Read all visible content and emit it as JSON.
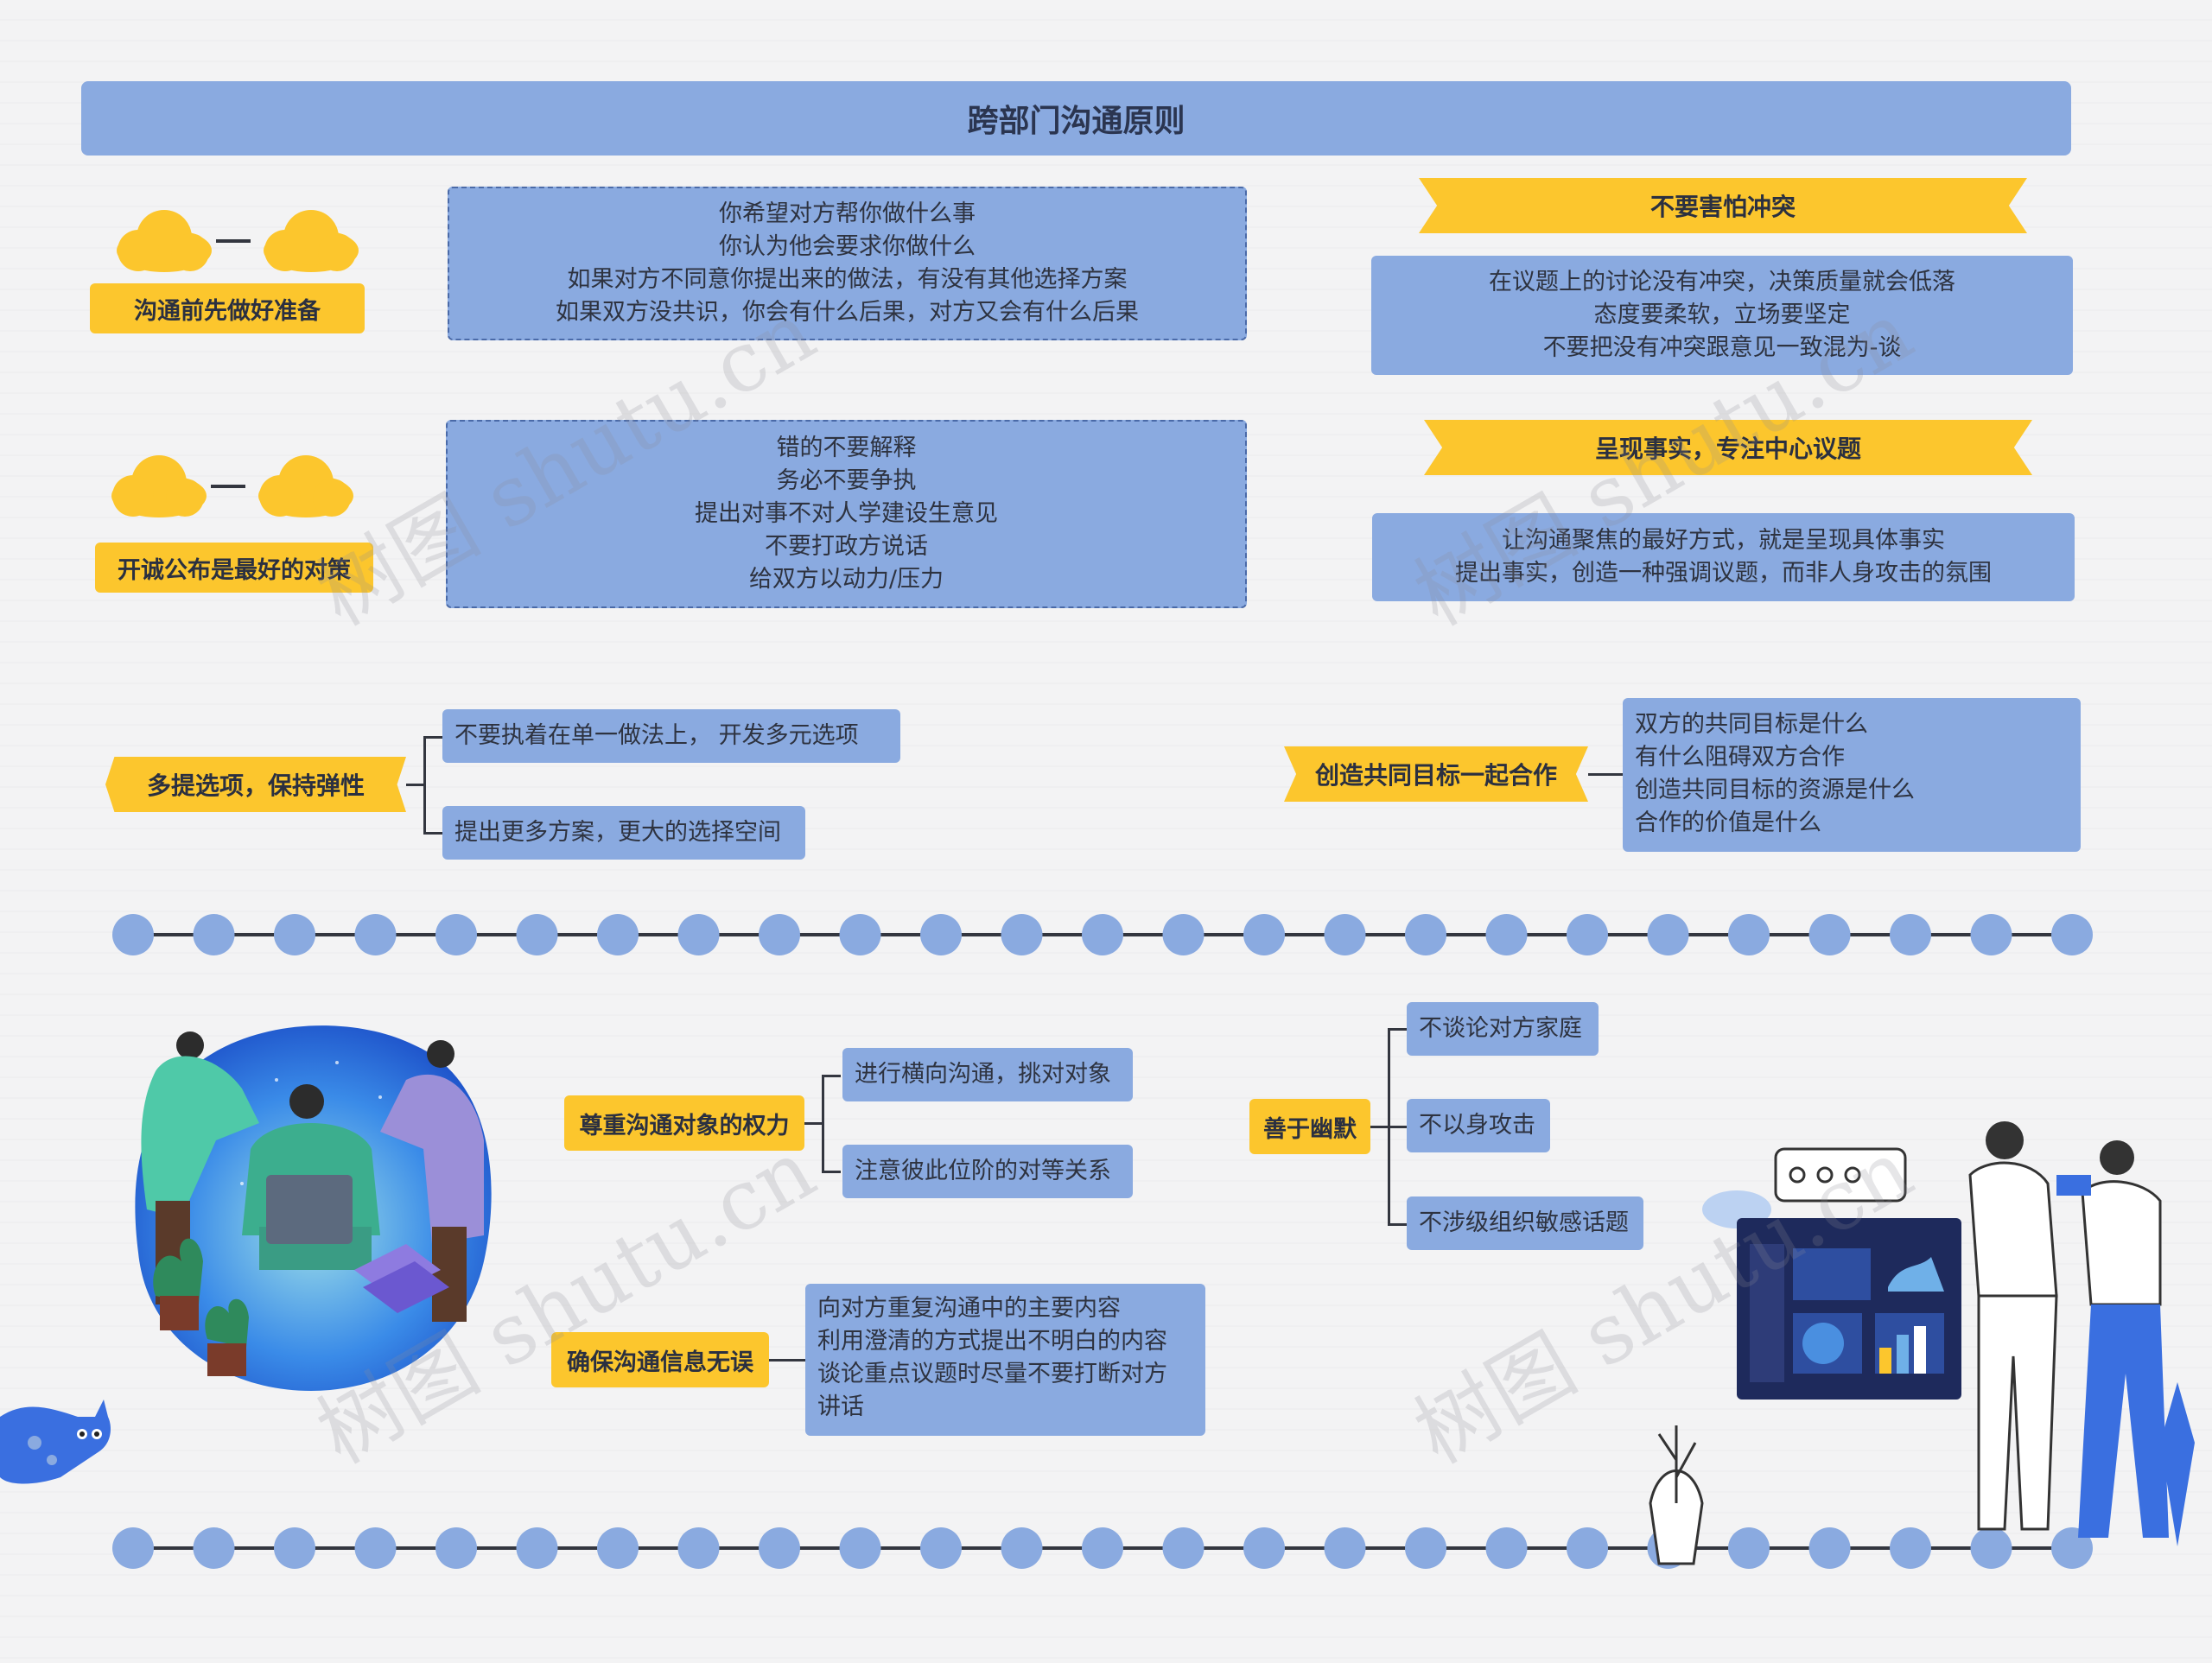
{
  "title": "跨部门沟通原则",
  "sections": {
    "prepare": {
      "label": "沟通前先做好准备",
      "lines": [
        "你希望对方帮你做什么事",
        "你认为他会要求你做什么",
        "如果对方不同意你提出来的做法，有没有其他选择方案",
        "如果双方没共识，你会有什么后果，对方又会有什么后果"
      ]
    },
    "sincere": {
      "label": "开诚公布是最好的对策",
      "lines": [
        "错的不要解释",
        "务必不要争执",
        "提出对事不对人学建设生意见",
        "不要打政方说话",
        "给双方以动力/压力"
      ]
    },
    "conflict": {
      "label": "不要害怕冲突",
      "lines": [
        "在议题上的讨论没有冲突，决策质量就会低落",
        "态度要柔软，立场要坚定",
        "不要把没有冲突跟意见一致混为-谈"
      ]
    },
    "facts": {
      "label": "呈现事实，专注中心议题",
      "lines": [
        "让沟通聚焦的最好方式，就是呈现具体事实",
        "提出事实，创造一种强调议题，而非人身攻击的氛围"
      ]
    },
    "options": {
      "label": "多提选项，保持弹性",
      "items": [
        "不要执着在单一做法上，  开发多元选项",
        "提出更多方案，更大的选择空间"
      ]
    },
    "goal": {
      "label": "创造共同目标一起合作",
      "lines": [
        "双方的共同目标是什么",
        "有什么阻碍双方合作",
        "创造共同目标的资源是什么",
        "合作的价值是什么"
      ]
    },
    "respect": {
      "label": "尊重沟通对象的权力",
      "items": [
        "进行横向沟通，挑对对象",
        "注意彼此位阶的对等关系"
      ]
    },
    "accurate": {
      "label": "确保沟通信息无误",
      "lines": [
        "向对方重复沟通中的主要内容",
        "利用澄清的方式提出不明白的内容",
        "谈论重点议题时尽量不要打断对方",
        "讲话"
      ]
    },
    "humor": {
      "label": "善于幽默",
      "items": [
        "不谈论对方家庭",
        "不以身攻击",
        "不涉级组织敏感话题"
      ]
    }
  },
  "watermark": "树图 shutu.cn",
  "colors": {
    "title_bg": "#8aaae0",
    "yellow": "#fcc62d",
    "blue_box": "#8aaae0",
    "dot": "#8aaae0",
    "line": "#33363f"
  },
  "icons": [
    "cloud-icon",
    "team-laptop-illustration",
    "dashboard-people-illustration",
    "cat-illustration"
  ]
}
